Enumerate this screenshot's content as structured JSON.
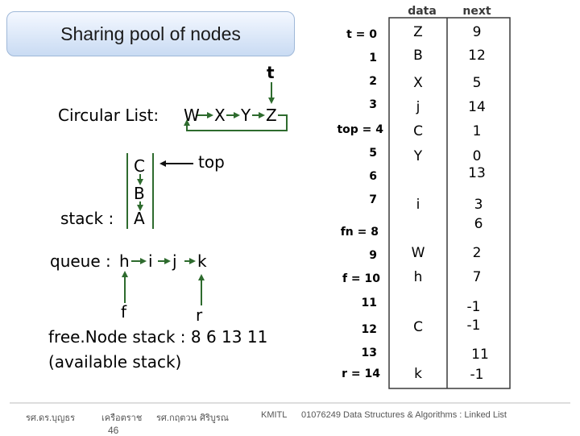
{
  "title": "Sharing  pool of nodes",
  "circular_list": {
    "label": "Circular List:",
    "nodes": [
      "W",
      "X",
      "Y",
      "Z"
    ],
    "pointer": "t"
  },
  "stack": {
    "label": "stack :",
    "items": [
      "C",
      "B",
      "A"
    ],
    "pointer": "top"
  },
  "queue": {
    "label": "queue :",
    "items": [
      "h",
      "i",
      "j",
      "k"
    ],
    "front": "f",
    "rear": "r"
  },
  "free_node": {
    "line1": "free.Node stack : 8 6 13 11",
    "line2": "(available stack)"
  },
  "table": {
    "header_data": "data",
    "header_next": "next",
    "rows": [
      {
        "idx": "t  =  0",
        "data": "Z",
        "next": "9"
      },
      {
        "idx": "1",
        "data": "B",
        "next": "12"
      },
      {
        "idx": "2",
        "data": "X",
        "next": "5"
      },
      {
        "idx": "3",
        "data": "j",
        "next": "14"
      },
      {
        "idx": "top  = 4",
        "data": "C",
        "next": "1"
      },
      {
        "idx": "5",
        "data": "Y",
        "next": "0"
      },
      {
        "idx": "6",
        "data": "",
        "next": "13"
      },
      {
        "idx": "7",
        "data": "i",
        "next": "3"
      },
      {
        "idx": "fn  =  8",
        "data": "",
        "next": "6"
      },
      {
        "idx": "9",
        "data": "W",
        "next": "2"
      },
      {
        "idx": "f  = 10",
        "data": "h",
        "next": "7"
      },
      {
        "idx": "11",
        "data": "",
        "next": "-1"
      },
      {
        "idx": "12",
        "data": "C",
        "next": "-1"
      },
      {
        "idx": "13",
        "data": "",
        "next": "11"
      },
      {
        "idx": "r  = 14",
        "data": "k",
        "next": "-1"
      }
    ]
  },
  "colors": {
    "arrow": "#2e6b2e",
    "table_header": "#3a3a3a"
  },
  "footer": {
    "author1": "รศ.ดร.บุญธร",
    "author1b": "เครือตราช",
    "author2": "รศ.กฤตวน",
    "author2b": "ศิริบูรณ",
    "org": "KMITL",
    "course": "01076249 Data Structures & Algorithms : Linked List",
    "page": "46"
  }
}
